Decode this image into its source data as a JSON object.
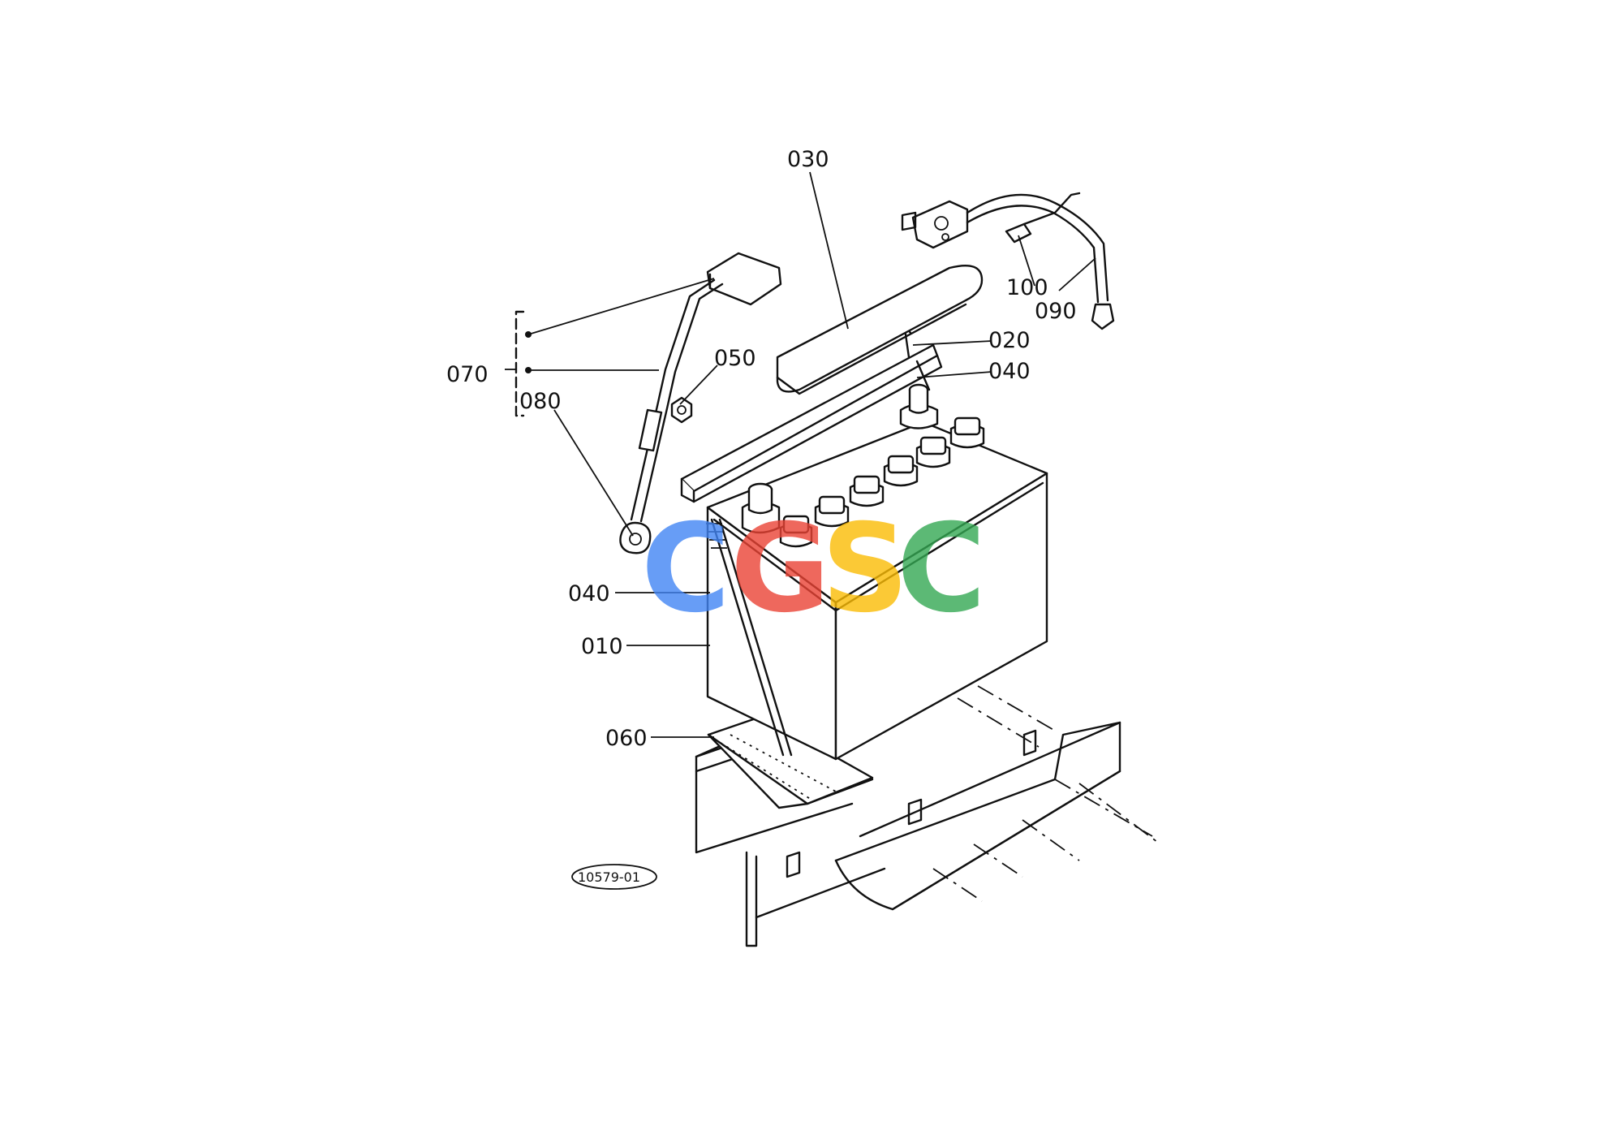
{
  "callouts": [
    {
      "id": "030",
      "text": "030"
    },
    {
      "id": "100",
      "text": "100"
    },
    {
      "id": "090",
      "text": "090"
    },
    {
      "id": "020",
      "text": "020"
    },
    {
      "id": "040a",
      "text": "040"
    },
    {
      "id": "050",
      "text": "050"
    },
    {
      "id": "070",
      "text": "070"
    },
    {
      "id": "080",
      "text": "080"
    },
    {
      "id": "040b",
      "text": "040"
    },
    {
      "id": "010",
      "text": "010"
    },
    {
      "id": "060",
      "text": "060"
    }
  ],
  "reference_code": "10579-01",
  "watermark": {
    "letters": [
      "C",
      "G",
      "S",
      "C"
    ],
    "colors": [
      "#4285F4",
      "#EA4335",
      "#FBBC05",
      "#34A853"
    ]
  }
}
